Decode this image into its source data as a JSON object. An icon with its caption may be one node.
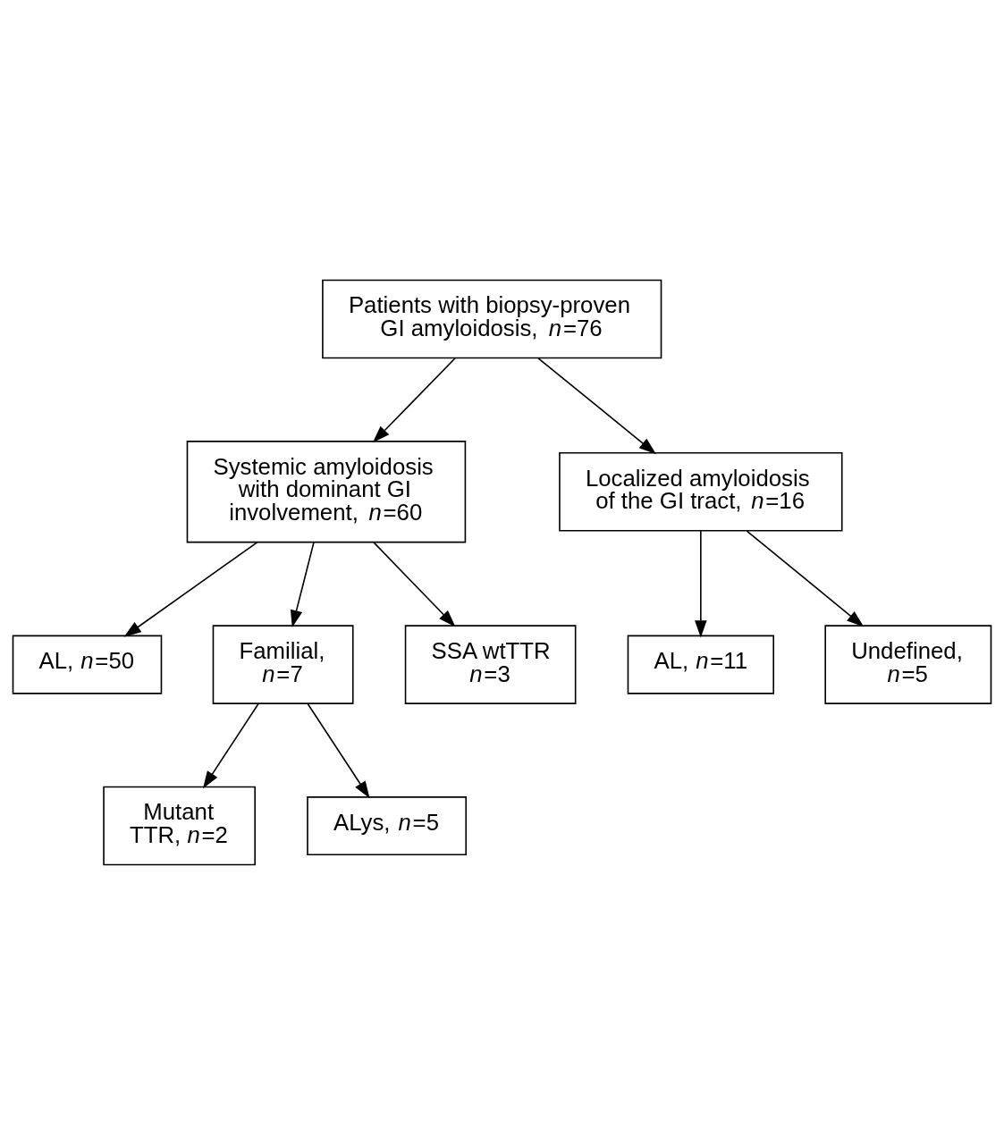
{
  "diagram": {
    "nodes": [
      {
        "text": [
          "Patients with biopsy-proven GI amyloidosis, *n*=76"
        ]
      },
      {
        "text": [
          "Systemic amyloidosis with dominant GI involvement, *n*=60"
        ]
      },
      {
        "text": [
          "Localized amyloidosis of the GI tract, *n*=16"
        ]
      },
      {
        "text": [
          "AL, *n*=50"
        ]
      },
      {
        "text": [
          "Familial, *n*=7"
        ]
      },
      {
        "text": [
          "SSA wtTTR *n*=3"
        ]
      },
      {
        "text": [
          "AL, *n*=11"
        ]
      },
      {
        "text": [
          "Undefined, *n*=5"
        ]
      },
      {
        "text": [
          "Mutant TTR, *n*=2"
        ]
      },
      {
        "text": [
          "ALys, *n*=5"
        ]
      }
    ],
    "edges": [
      {
        "from": 0,
        "to": 1,
        "arrow": "to"
      },
      {
        "from": 0,
        "to": 2,
        "arrow": "to"
      },
      {
        "from": 1,
        "to": 3,
        "arrow": "to"
      },
      {
        "from": 1,
        "to": 4,
        "arrow": "to"
      },
      {
        "from": 1,
        "to": 5,
        "arrow": "to"
      },
      {
        "from": 2,
        "to": 6,
        "arrow": "to"
      },
      {
        "from": 2,
        "to": 7,
        "arrow": "to"
      },
      {
        "from": 4,
        "to": 8,
        "arrow": "to"
      },
      {
        "from": 4,
        "to": 9,
        "arrow": "to"
      }
    ]
  }
}
